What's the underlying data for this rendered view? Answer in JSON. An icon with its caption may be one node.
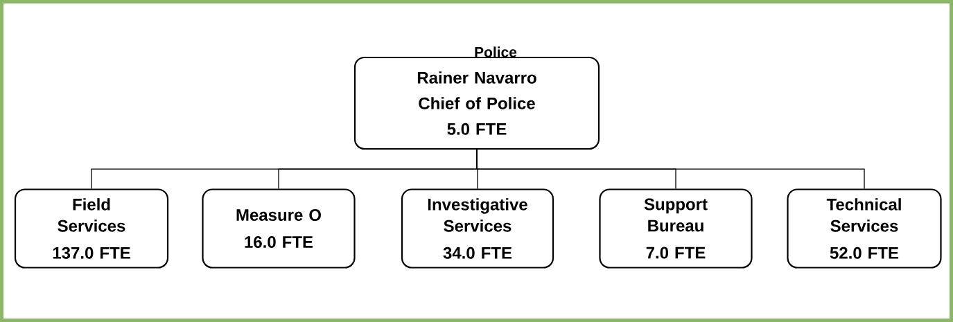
{
  "diagram": {
    "title": "Police",
    "nodes": [
      {
        "text": [
          "Rainer Navarro",
          "Chief of Police",
          "5.0 FTE"
        ]
      },
      {
        "text": [
          "Field Services",
          "137.0 FTE"
        ]
      },
      {
        "text": [
          "Measure O",
          "16.0 FTE"
        ]
      },
      {
        "text": [
          "Investigative Services",
          "34.0 FTE"
        ]
      },
      {
        "text": [
          "Support Bureau",
          "7.0 FTE"
        ]
      },
      {
        "text": [
          "Technical Services",
          "52.0 FTE"
        ]
      }
    ],
    "edges": [
      {
        "from": 0,
        "to": 1,
        "arrow": "none"
      },
      {
        "from": 0,
        "to": 2,
        "arrow": "none"
      },
      {
        "from": 0,
        "to": 3,
        "arrow": "none"
      },
      {
        "from": 0,
        "to": 4,
        "arrow": "none"
      },
      {
        "from": 0,
        "to": 5,
        "arrow": "none"
      }
    ]
  }
}
